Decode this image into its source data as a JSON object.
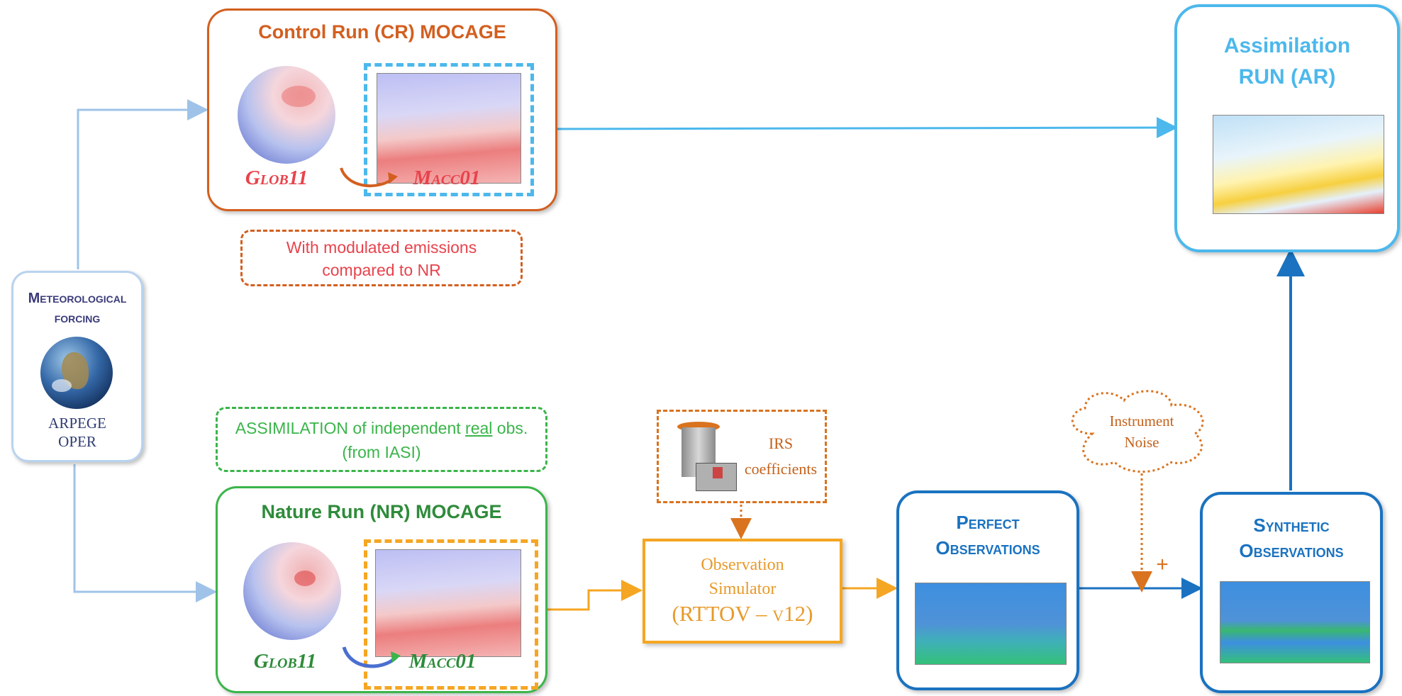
{
  "met_forcing": {
    "title": "Meteorological forcing",
    "line1": "ARPEGE",
    "line2": "OPER"
  },
  "control_run": {
    "title": "Control Run (CR) MOCAGE",
    "glob_label": "Glob11",
    "macc_label": "Macc01",
    "note": "With modulated emissions compared to NR"
  },
  "nature_run": {
    "title": "Nature Run (NR) MOCAGE",
    "glob_label": "Glob11",
    "macc_label": "Macc01",
    "note_pre": "ASSIMILATION of independent ",
    "note_real": "real",
    "note_post": " obs.  (from IASI)"
  },
  "assimilation_run": {
    "line1": "Assimilation",
    "line2": "RUN (AR)"
  },
  "irs": {
    "line1": "IRS",
    "line2": "coefficients"
  },
  "simulator": {
    "line1": "Observation",
    "line2": "Simulator",
    "line3": "(RTTOV – v12)"
  },
  "perfect_obs": {
    "line1": "Perfect",
    "line2": "Observations"
  },
  "synthetic_obs": {
    "line1": "Synthetic",
    "line2": "Observations"
  },
  "noise": {
    "line1": "Instrument",
    "line2": "Noise"
  },
  "plus_sign": "+",
  "colors": {
    "control": "#d35f1f",
    "nature": "#3ab54a",
    "assim": "#4cb8ec",
    "obs": "#1a72c0",
    "simulator": "#f5a623",
    "irs": "#d9731f",
    "met": "#9fc3e8",
    "red_text": "#e8434c"
  }
}
